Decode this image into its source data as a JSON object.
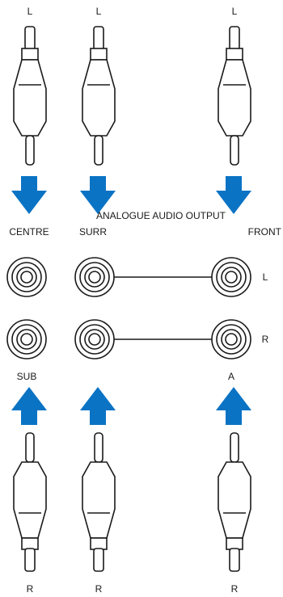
{
  "top_plug_labels": [
    "L",
    "L",
    "L"
  ],
  "bottom_plug_labels": [
    "R",
    "R",
    "R"
  ],
  "panel": {
    "title": "ANALOGUE AUDIO OUTPUT",
    "left_group": "CENTRE",
    "middle_group": "SURR",
    "right_group": "FRONT",
    "row_top": "L",
    "row_bottom": "R",
    "left_bottom": "SUB",
    "right_bottom": "A"
  },
  "colors": {
    "arrow": "#0a73c4",
    "line": "#1a1a1a",
    "fill": "#ffffff"
  }
}
